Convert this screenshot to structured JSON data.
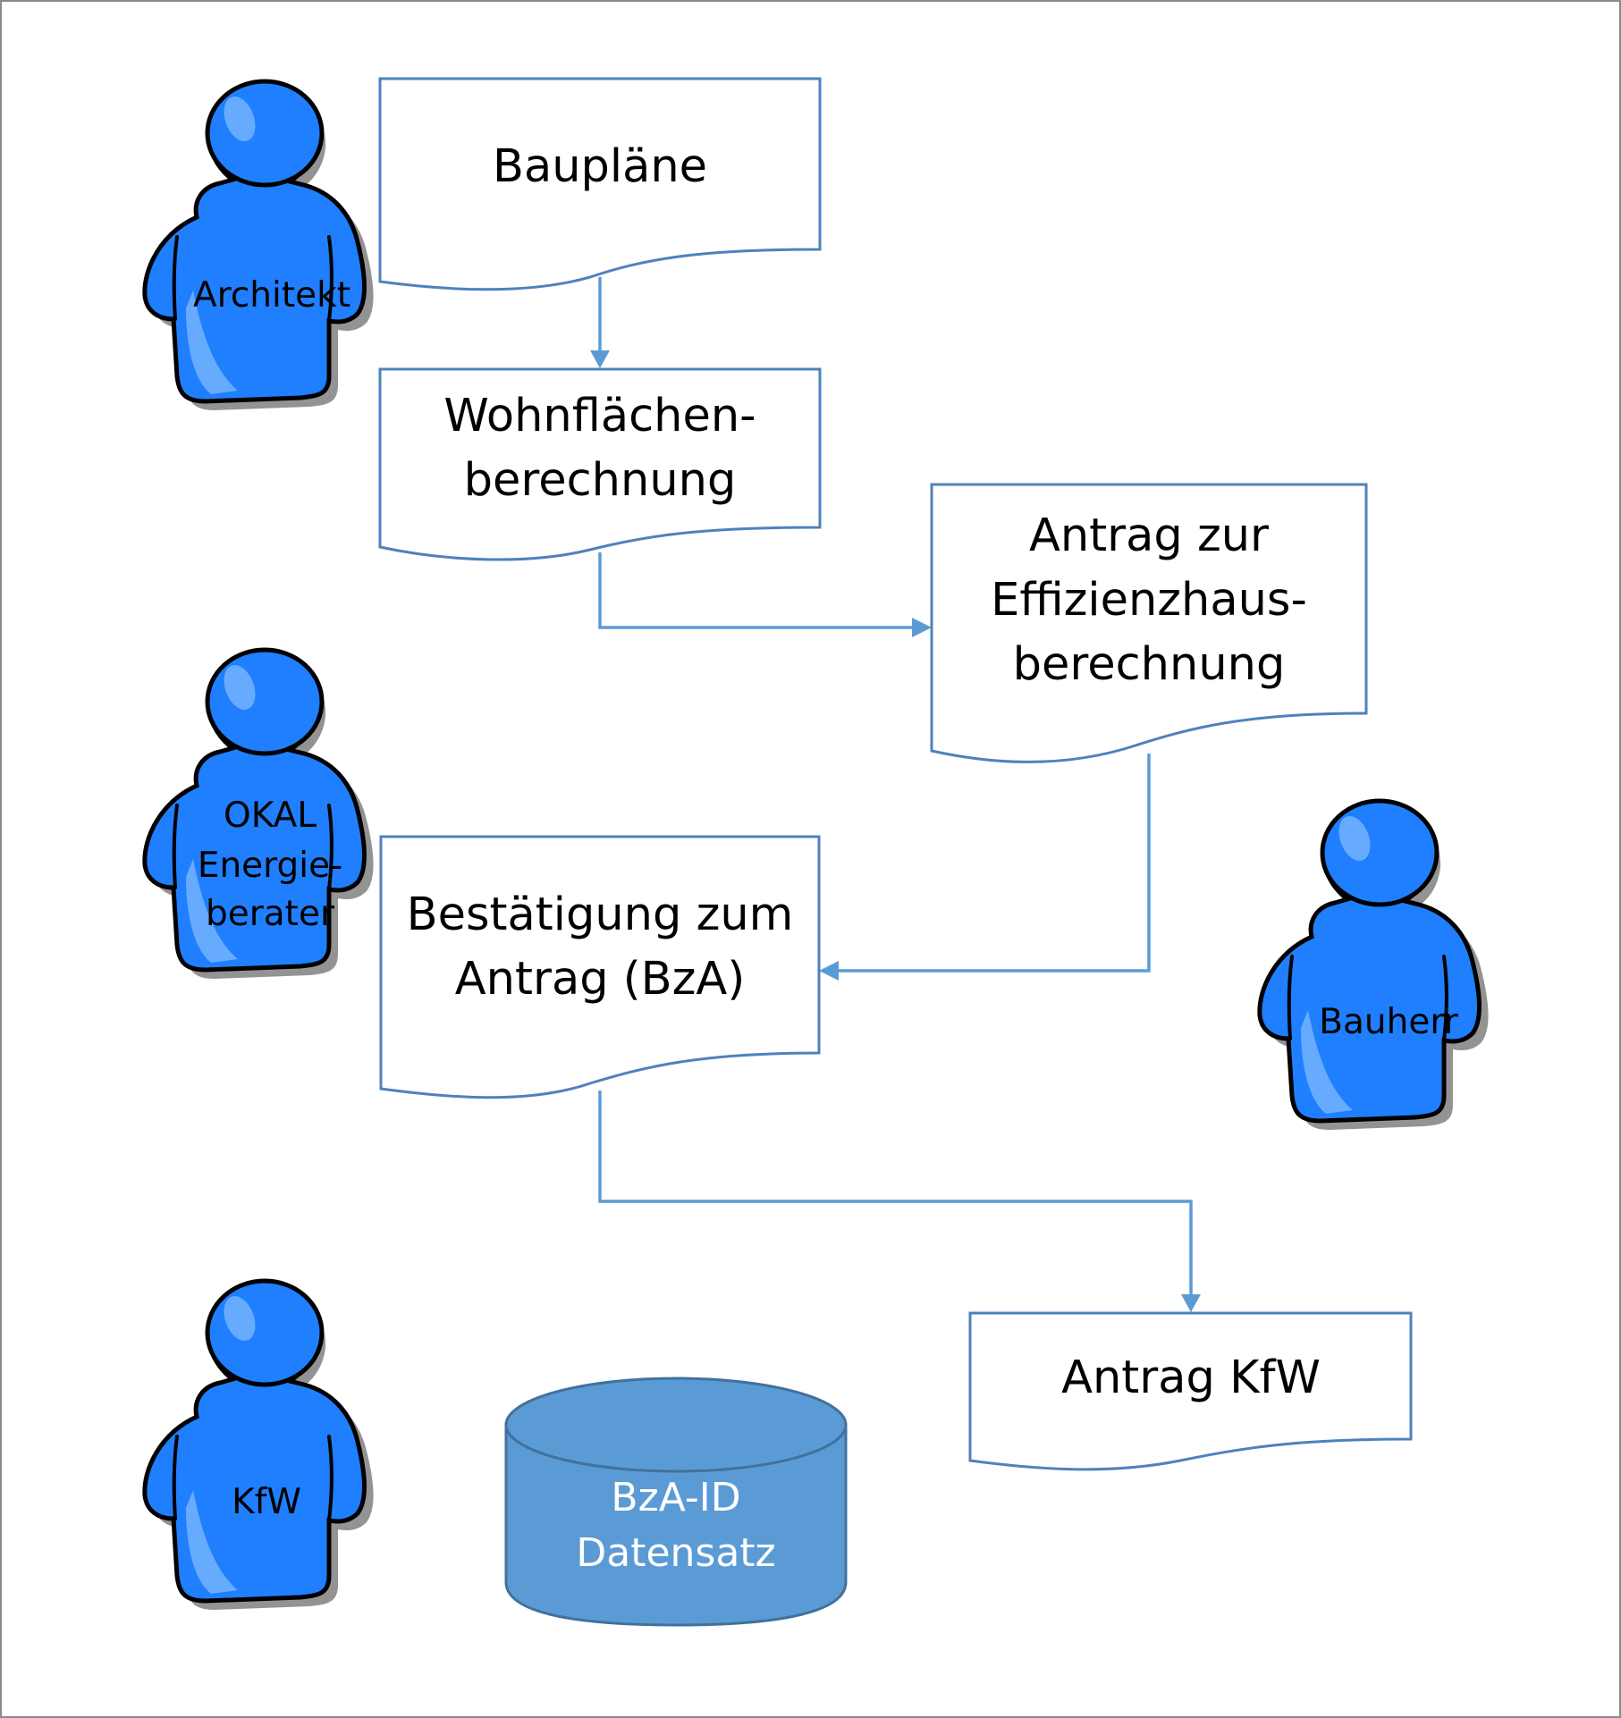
{
  "documents": {
    "bauplaene": [
      "Baupläne"
    ],
    "wohnflaechen": [
      "Wohnflächen-",
      "berechnung"
    ],
    "antrag_effizienz": [
      "Antrag zur",
      "Effizienzhaus-",
      "berechnung"
    ],
    "bestaetigung": [
      "Bestätigung zum",
      "Antrag (BzA)"
    ],
    "antrag_kfw": [
      "Antrag KfW"
    ]
  },
  "actors": {
    "architekt": [
      "Architekt"
    ],
    "okal": [
      "OKAL",
      "Energie-",
      "berater"
    ],
    "bauherr": [
      "Bauherr"
    ],
    "kfw": [
      "KfW"
    ]
  },
  "database": {
    "label": [
      "BzA-ID",
      "Datensatz"
    ]
  },
  "colors": {
    "actor_fill": "#1f7fff",
    "connector": "#5b9bd5",
    "document_border": "#4f81bd",
    "database_fill": "#5b9bd5"
  }
}
